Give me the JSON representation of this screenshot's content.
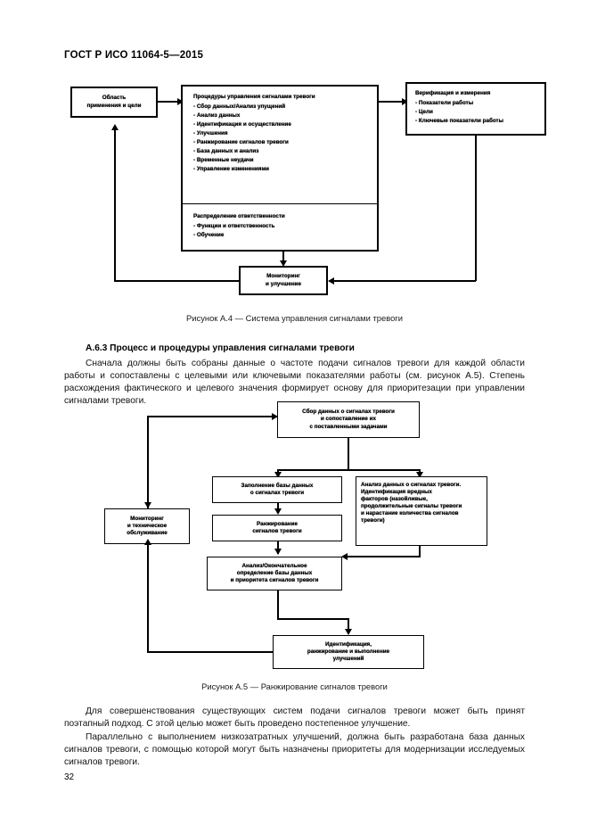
{
  "header": {
    "standard_number": "ГОСТ Р ИСО 11064-5—2015"
  },
  "page_number": "32",
  "figure_a4": {
    "caption": "Рисунок А.4 — Система управления сигналами тревоги",
    "boxes": {
      "scope": {
        "line1": "Область",
        "line2": "применения и цели"
      },
      "procedures": {
        "title": "Процедуры управления сигналами тревоги",
        "items": [
          "- Сбор данных/Анализ упущений",
          "- Анализ данных",
          "- Идентификация и осуществление",
          "- Улучшения",
          "- Ранжирование сигналов тревоги",
          "- База данных и анализ",
          "- Временные неудачи",
          "- Управление изменениями"
        ]
      },
      "responsibility": {
        "title": "Распределение ответственности",
        "items": [
          "- Функции и ответственность",
          "- Обучение"
        ]
      },
      "verification": {
        "title": "Верификация и измерения",
        "items": [
          "- Показатели работы",
          "- Цели",
          "- Ключевые показатели работы"
        ]
      },
      "monitoring": {
        "line1": "Мониторинг",
        "line2": "и улучшение"
      }
    }
  },
  "section": {
    "number_title": "А.6.3  Процесс и процедуры управления сигналами тревоги",
    "paragraph": "Сначала должны быть собраны данные о частоте подачи сигналов тревоги для каждой области работы и сопоставлены с целевыми или ключевыми показателями работы (см. рисунок А.5). Степень расхождения фактического и целевого значения формирует основу для приоритезации при управлении сигналами тревоги."
  },
  "figure_a5": {
    "caption": "Рисунок А.5 — Ранжирование сигналов тревоги",
    "boxes": {
      "collect": {
        "line1": "Сбор данных о сигналах тревоги",
        "line2": "и сопоставление их",
        "line3": "с поставленными задачами"
      },
      "fill_db": {
        "line1": "Заполнение базы данных",
        "line2": "о сигналах тревоги"
      },
      "analysis": {
        "line1": "Анализ данных о сигналах тревоги.",
        "line2": "Идентификация вредных",
        "line3": "факторов (назойливые,",
        "line4": "продолжительные сигналы тревоги",
        "line5": "и нарастание количества сигналов",
        "line6": "тревоги)"
      },
      "ranking": {
        "line1": "Ранжирование",
        "line2": "сигналов тревоги"
      },
      "final_db": {
        "line1": "Анализ/Окончательное",
        "line2": "определение базы данных",
        "line3": "и приоритета сигналов тревоги"
      },
      "monitoring_maintenance": {
        "line1": "Мониторинг",
        "line2": "и техническое",
        "line3": "обслуживание"
      },
      "identification": {
        "line1": "Идентификация,",
        "line2": "ранжирование и выполнение",
        "line3": "улучшений"
      }
    }
  },
  "closing": {
    "paragraph1": "Для совершенствования существующих систем подачи сигналов тревоги может быть принят поэтапный подход. С этой целью может быть проведено постепенное улучшение.",
    "paragraph2": "Параллельно с выполнением низкозатратных улучшений, должна быть разработана база данных сигналов тревоги, с помощью которой могут быть назначены приоритеты для модернизации исследуемых сигналов тревоги."
  }
}
